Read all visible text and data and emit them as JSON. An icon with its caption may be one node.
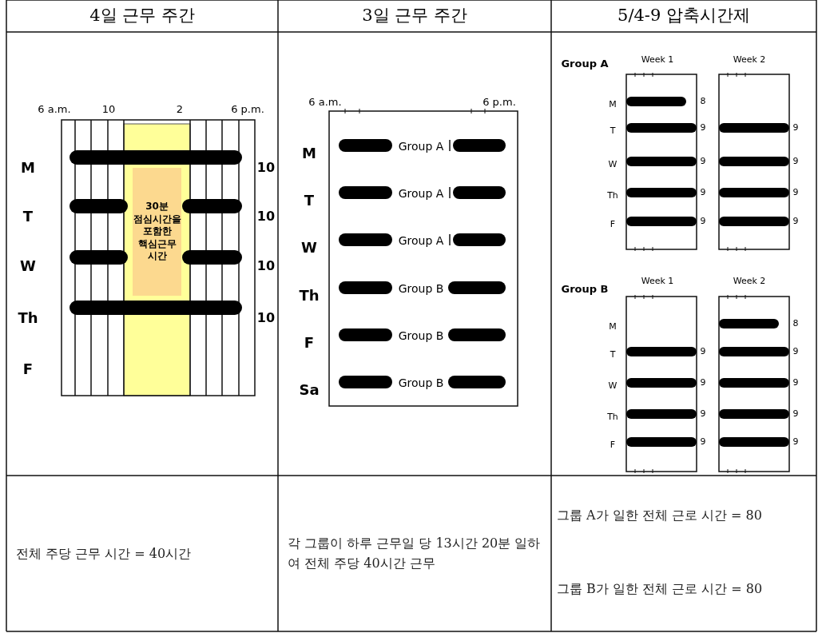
{
  "diagram": {
    "nodes": [
      {
        "text": [
          "30분 점심시간을 포함한 핵심근무 시간"
        ]
      }
    ],
    "labels": [
      "4일 근무 주간",
      "3일 근무 주간",
      "5/4-9 압축시간제",
      "6 a.m.",
      "10",
      "2",
      "6 p.m.",
      "M",
      "T",
      "W",
      "Th",
      "F",
      "10",
      "10",
      "10",
      "10",
      "6 a.m.",
      "6 p.m.",
      "M",
      "T",
      "W",
      "Th",
      "F",
      "Sa",
      "Group A",
      "Group A",
      "Group A",
      "Group B",
      "Group B",
      "Group B",
      "Group A",
      "Week 1",
      "Week 2",
      "M",
      "T",
      "W",
      "Th",
      "F",
      "8",
      "9",
      "9",
      "9",
      "9",
      "9",
      "9",
      "9",
      "9",
      "Group B",
      "Week 1",
      "Week 2",
      "M",
      "T",
      "W",
      "Th",
      "F",
      "9",
      "9",
      "9",
      "9",
      "8",
      "9",
      "9",
      "9",
      "9",
      "전체 주당 근무 시간 = 40시간",
      "각 그룹이 하루 근무일 당 13시간 20분 일하여 전체 주당 40시간 근무",
      "그룹 A가 일한 전체 근로 시간 = 80",
      "그룹 B가 일한 전체 근로 시간 = 80"
    ]
  }
}
